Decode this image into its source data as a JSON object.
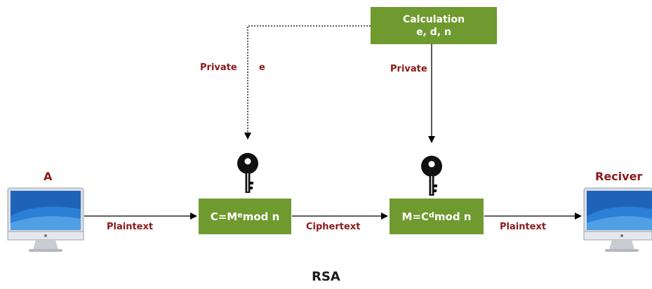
{
  "calculation": {
    "title": "Calculation",
    "params": "e, d, n"
  },
  "private_left": {
    "label": "Private",
    "key_name": "e"
  },
  "private_right": {
    "label": "Private"
  },
  "sender": {
    "title": "A"
  },
  "receiver": {
    "title": "Reciver"
  },
  "encrypt": {
    "prefix": "C=M",
    "exponent": "e",
    "suffix": "mod n"
  },
  "decrypt": {
    "prefix": "M=C",
    "exponent": "d",
    "suffix": "mod n"
  },
  "edges": {
    "plaintext_in": "Plaintext",
    "ciphertext": "Ciphertext",
    "plaintext_out": "Plaintext"
  },
  "caption": "RSA",
  "colors": {
    "box": "#6f9a2f",
    "label": "#8b1a1a",
    "title": "#8b1a1a",
    "line": "#000000"
  },
  "icons": [
    "monitor-icon",
    "key-icon"
  ]
}
